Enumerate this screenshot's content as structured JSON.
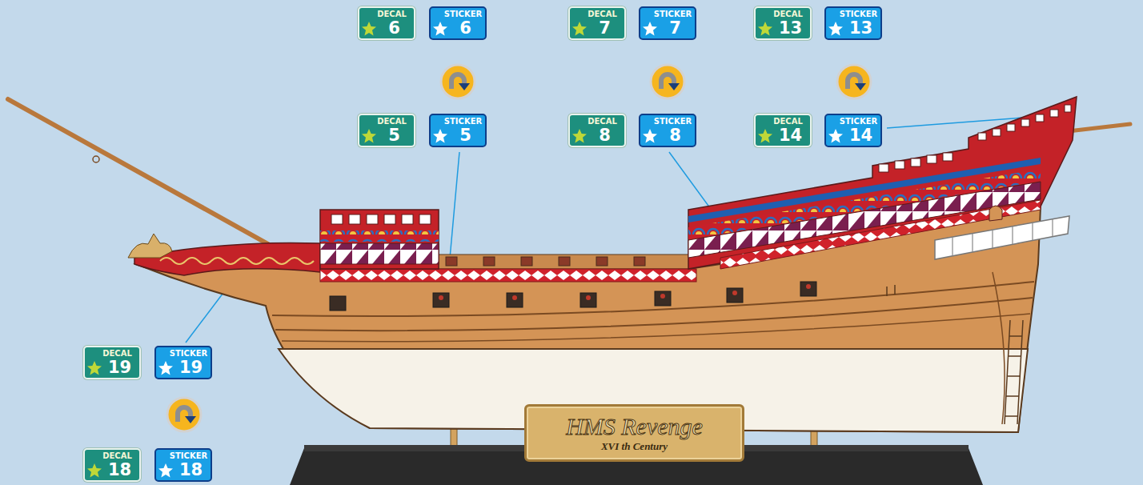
{
  "diagram": {
    "nodes": [
      {
        "text": [
          "DECAL",
          "6"
        ]
      },
      {
        "text": [
          "STICKER",
          "6"
        ]
      },
      {
        "text": [
          "DECAL",
          "7"
        ]
      },
      {
        "text": [
          "STICKER",
          "7"
        ]
      },
      {
        "text": [
          "DECAL",
          "13"
        ]
      },
      {
        "text": [
          "STICKER",
          "13"
        ]
      },
      {
        "text": [
          "DECAL",
          "5"
        ]
      },
      {
        "text": [
          "STICKER",
          "5"
        ]
      },
      {
        "text": [
          "DECAL",
          "8"
        ]
      },
      {
        "text": [
          "STICKER",
          "8"
        ]
      },
      {
        "text": [
          "DECAL",
          "14"
        ]
      },
      {
        "text": [
          "STICKER",
          "14"
        ]
      },
      {
        "text": [
          "DECAL",
          "19"
        ]
      },
      {
        "text": [
          "STICKER",
          "19"
        ]
      },
      {
        "text": [
          "DECAL",
          "18"
        ]
      },
      {
        "text": [
          "STICKER",
          "18"
        ]
      },
      {
        "text": [
          "HMS Revenge",
          "XVI th Century"
        ]
      }
    ]
  }
}
